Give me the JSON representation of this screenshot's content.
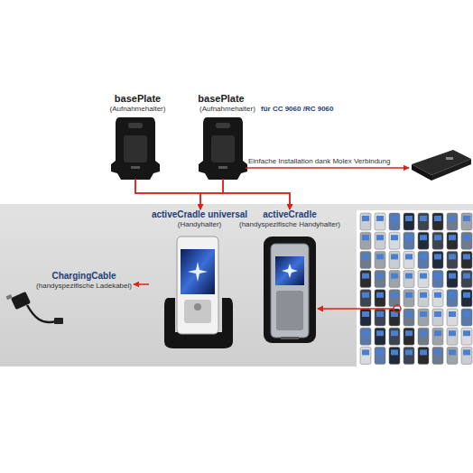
{
  "diagram": {
    "nodes": [
      {
        "text": [
          "basePlate",
          "(Aufnahmehalter)"
        ]
      },
      {
        "text": [
          "basePlate",
          "(Aufnahmehalter)",
          "für CC 9060 /RC 9060"
        ]
      },
      {
        "text": [
          "activeCradle universal",
          "(Handyhalter)"
        ]
      },
      {
        "text": [
          "activeCradle",
          "(handyspezifische Handyhalter)"
        ]
      },
      {
        "text": [
          "ChargingCable",
          "(handyspezifische Ladekabel)"
        ]
      }
    ],
    "edges": [
      {
        "from": 0,
        "to": 2,
        "arrow": "to"
      },
      {
        "from": 0,
        "to": 3,
        "arrow": "to"
      },
      {
        "from": 1,
        "to": 2,
        "arrow": "to"
      },
      {
        "from": 1,
        "to": 3,
        "arrow": "to"
      },
      {
        "from": 2,
        "to": 4,
        "arrow": "to"
      }
    ],
    "labels": [
      "Einfache Installation dank Molex Verbindung"
    ]
  }
}
